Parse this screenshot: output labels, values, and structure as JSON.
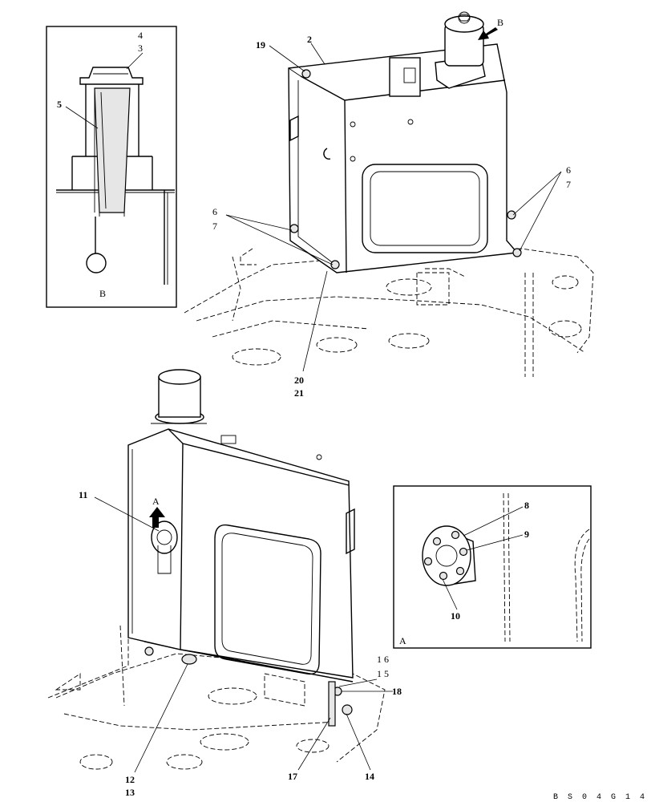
{
  "labels": {
    "p2": "2",
    "p3": "3",
    "p4": "4",
    "p5": "5",
    "p6a": "6",
    "p7a": "7",
    "p6b": "6",
    "p7b": "7",
    "p8": "8",
    "p9": "9",
    "p10": "10",
    "p11": "11",
    "p12": "12",
    "p13": "13",
    "p14": "14",
    "p15": "1 5",
    "p16": "1 6",
    "p17": "17",
    "p18": "18",
    "p19": "19",
    "p20": "20",
    "p21": "21"
  },
  "views": {
    "a_marker": "A",
    "a_inset": "A",
    "b_marker": "B",
    "b_inset": "B"
  },
  "drawing_code": "B S 0 4 G 1 4 1"
}
